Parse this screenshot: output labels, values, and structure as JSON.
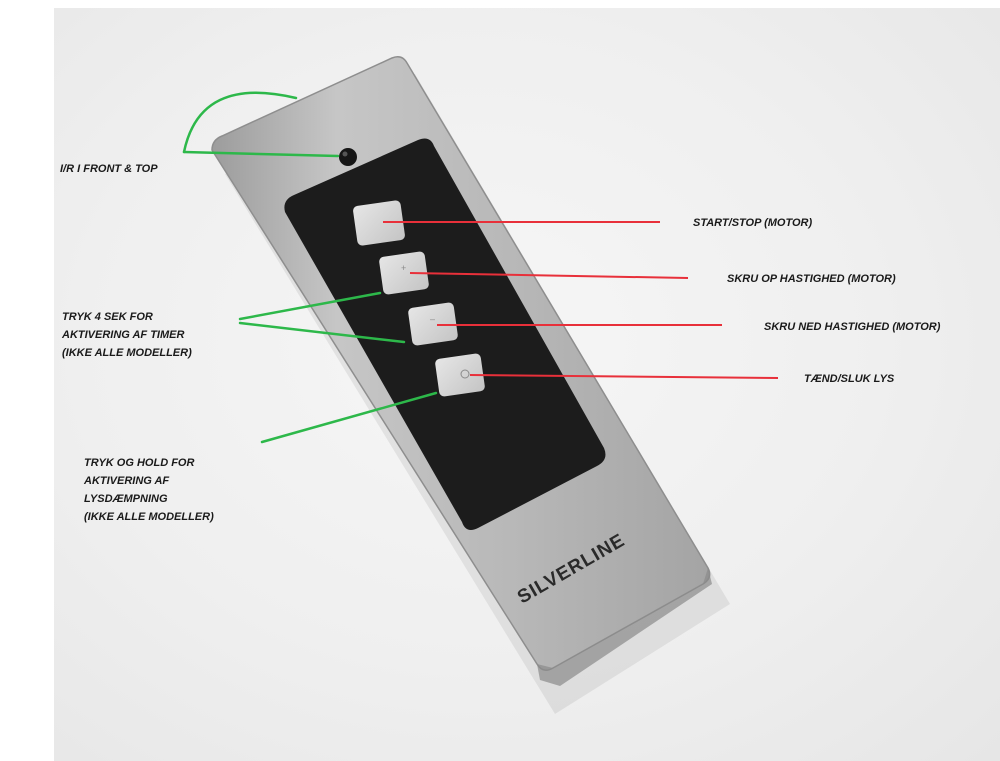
{
  "device": {
    "brand": "SILVERLINE",
    "button_count": 4
  },
  "callouts": {
    "ir": "I/R I FRONT & TOP",
    "start_stop": "START/STOP (MOTOR)",
    "speed_up": "SKRU OP HASTIGHED (MOTOR)",
    "speed_down": "SKRU NED HASTIGHED (MOTOR)",
    "light": "TÆND/SLUK LYS",
    "timer": [
      "TRYK 4 SEK FOR",
      "AKTIVERING AF TIMER",
      "(IKKE ALLE MODELLER)"
    ],
    "dimming": [
      "TRYK OG HOLD FOR",
      "AKTIVERING AF",
      "LYSDÆMPNING",
      "(IKKE ALLE MODELLER)"
    ]
  },
  "colors": {
    "green_line": "#2db84a",
    "red_line": "#e8303a",
    "remote_body": "#b3b3b3",
    "remote_panel": "#1c1c1c",
    "button": "#d6d6d6"
  }
}
